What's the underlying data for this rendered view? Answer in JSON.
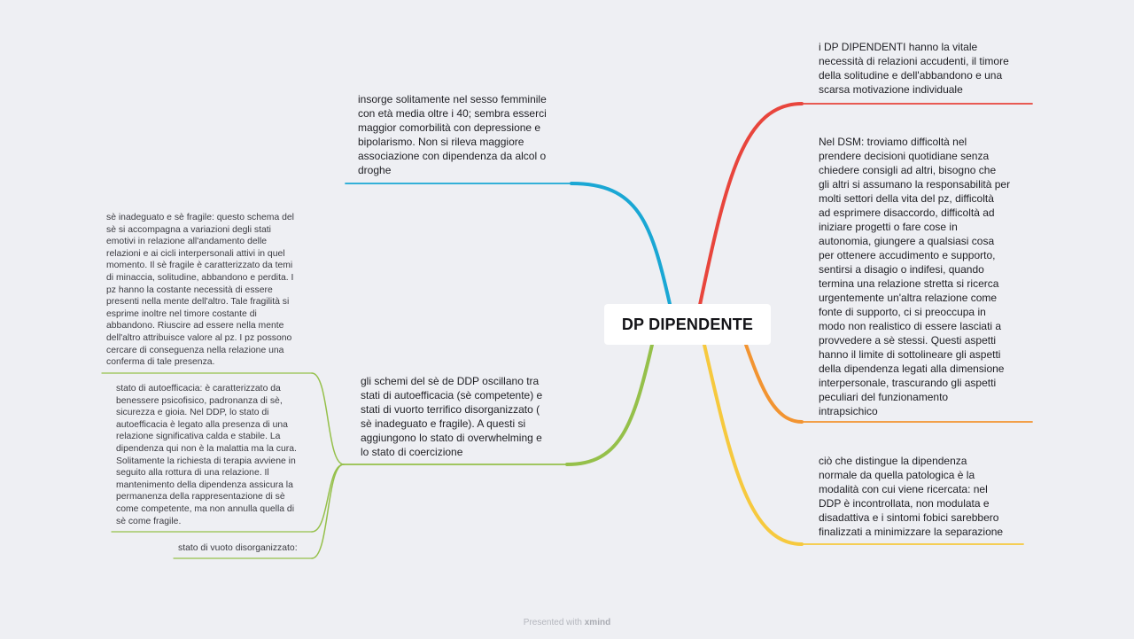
{
  "central_topic": "DP DIPENDENTE",
  "colors": {
    "background": "#eeeff3",
    "branch_red": "#e8453c",
    "branch_orange": "#f29431",
    "branch_yellow": "#f6c93e",
    "branch_blue": "#1aa7d4",
    "branch_green": "#95c04a"
  },
  "topics": {
    "top_right": "i DP DIPENDENTI hanno la vitale\nnecessità di relazioni accudenti, il timore\ndella solitudine e dell'abbandono e una\nscarsa motivazione individuale",
    "middle_right": "Nel DSM: troviamo difficoltà nel\nprendere decisioni quotidiane senza\nchiedere consigli ad altri, bisogno che\ngli altri si assumano la responsabilità per\nmolti settori della vita del pz, difficoltà\nad esprimere disaccordo, difficoltà ad\niniziare progetti o fare cose in\nautonomia, giungere a qualsiasi cosa\nper ottenere accudimento e supporto,\nsentirsi a disagio o indifesi, quando\ntermina una relazione stretta si ricerca\nurgentemente un'altra relazione come\nfonte di supporto, ci si preoccupa in\nmodo non realistico di essere lasciati a\nprovvedere a sè stessi. Questi aspetti\nhanno il limite di sottolineare gli aspetti\ndella dipendenza legati alla dimensione\ninterpersonale, trascurando gli aspetti\npeculiari del funzionamento\nintrapsichico",
    "bottom_right": "ciò che distingue la dipendenza\nnormale da quella patologica è la\nmodalità con cui viene ricercata: nel\nDDP è incontrollata, non modulata e\ndisadattiva e i sintomi fobici sarebbero\nfinalizzati a minimizzare la separazione",
    "top_left": "insorge solitamente nel sesso femminile\ncon età media oltre i 40; sembra esserci\nmaggior comorbilità con depressione e\nbipolarismo. Non si rileva maggiore\nassociazione con dipendenza da alcol o\ndroghe",
    "bottom_left": "gli schemi del sè de DDP oscillano tra\nstati di autoefficacia (sè competente) e\nstati di vuorto terrifico disorganizzato (\nsè inadeguato e fragile). A questi si\naggiungono lo stato di overwhelming e\nlo stato di coercizione",
    "sub_fragile": "sè inadeguato e sè fragile: questo schema del\nsè si accompagna a variazioni degli stati\nemotivi in relazione all'andamento delle\nrelazioni e ai cicli interpersonali attivi in quel\nmomento. Il sè fragile è caratterizzato da temi\ndi minaccia, solitudine, abbandono e perdita. I\npz hanno la costante necessità di essere\npresenti nella mente dell'altro. Tale fragilità si\nesprime inoltre nel timore costante di\nabbandono. Riuscire ad essere nella mente\ndell'altro attribuisce valore al pz. I pz possono\ncercare di conseguenza nella relazione una\nconferma di tale presenza.",
    "sub_autoefficacia": "stato di autoefficacia: è caratterizzato da\nbenessere psicofisico, padronanza di sè,\nsicurezza e gioia. Nel DDP, lo stato di\nautoefficacia è legato alla presenza di una\nrelazione significativa calda e stabile. La\ndipendenza qui non è la malattia ma la cura.\nSolitamente la richiesta di terapia avviene in\nseguito alla rottura di una relazione. Il\nmantenimento della dipendenza assicura la\npermanenza della rappresentazione di sè\ncome competente, ma non annulla quella di\nsè come fragile.",
    "sub_vuoto": "stato di vuoto disorganizzato:"
  },
  "footer": {
    "prefix": "Presented with",
    "brand": "xmind"
  }
}
